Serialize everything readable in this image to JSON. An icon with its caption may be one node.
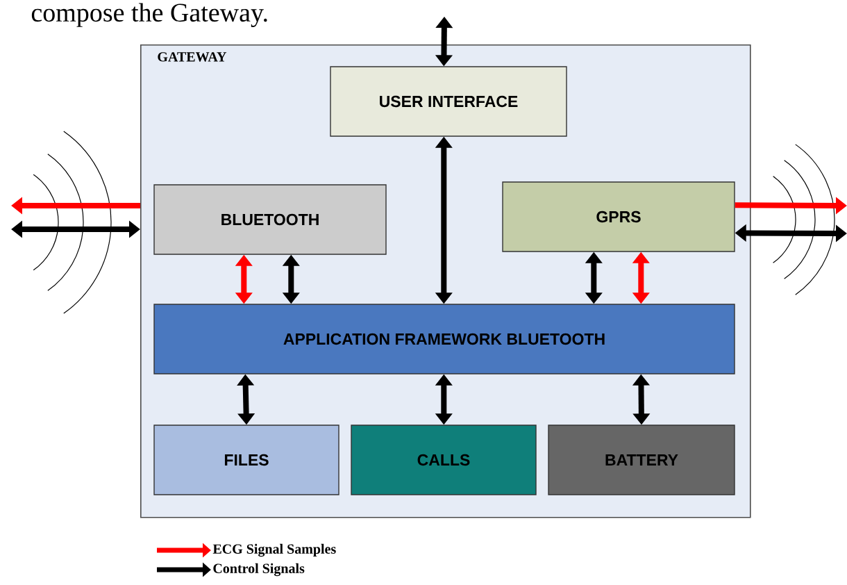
{
  "diagram": {
    "nodes": [
      {
        "text": [
          "GATEWAY"
        ]
      },
      {
        "text": [
          "USER INTERFACE"
        ],
        "in": 0
      },
      {
        "text": [
          "BLUETOOTH"
        ],
        "in": 0
      },
      {
        "text": [
          "GPRS"
        ],
        "in": 0
      },
      {
        "text": [
          "APPLICATION FRAMEWORK BLUETOOTH"
        ],
        "in": 0
      },
      {
        "text": [
          "FILES"
        ],
        "in": 0
      },
      {
        "text": [
          "CALLS"
        ],
        "in": 0
      },
      {
        "text": [
          "BATTERY"
        ],
        "in": 0
      }
    ],
    "edges": [
      {
        "from": null,
        "to": 1,
        "arrow": "both"
      },
      {
        "from": 1,
        "to": 4,
        "arrow": "both"
      },
      {
        "from": 2,
        "to": 4,
        "arrow": "both",
        "color": "#ff0000"
      },
      {
        "from": 2,
        "to": 4,
        "arrow": "both"
      },
      {
        "from": 3,
        "to": 4,
        "arrow": "both"
      },
      {
        "from": 3,
        "to": 4,
        "arrow": "both",
        "color": "#ff0000"
      },
      {
        "from": 4,
        "to": 5,
        "arrow": "both"
      },
      {
        "from": 4,
        "to": 6,
        "arrow": "both"
      },
      {
        "from": 4,
        "to": 7,
        "arrow": "both"
      },
      {
        "from": 0,
        "to": null,
        "arrow": "to",
        "color": "#ff0000"
      },
      {
        "from": null,
        "to": 0,
        "arrow": "both"
      },
      {
        "from": 3,
        "to": null,
        "arrow": "to",
        "color": "#ff0000"
      },
      {
        "from": 3,
        "to": null,
        "arrow": "both"
      }
    ],
    "labels": [
      "compose the Gateway."
    ],
    "legend": [
      {
        "text": "ECG Signal Samples",
        "color": "#ff0000"
      },
      {
        "text": "Control Signals",
        "color": "#000000"
      }
    ]
  }
}
